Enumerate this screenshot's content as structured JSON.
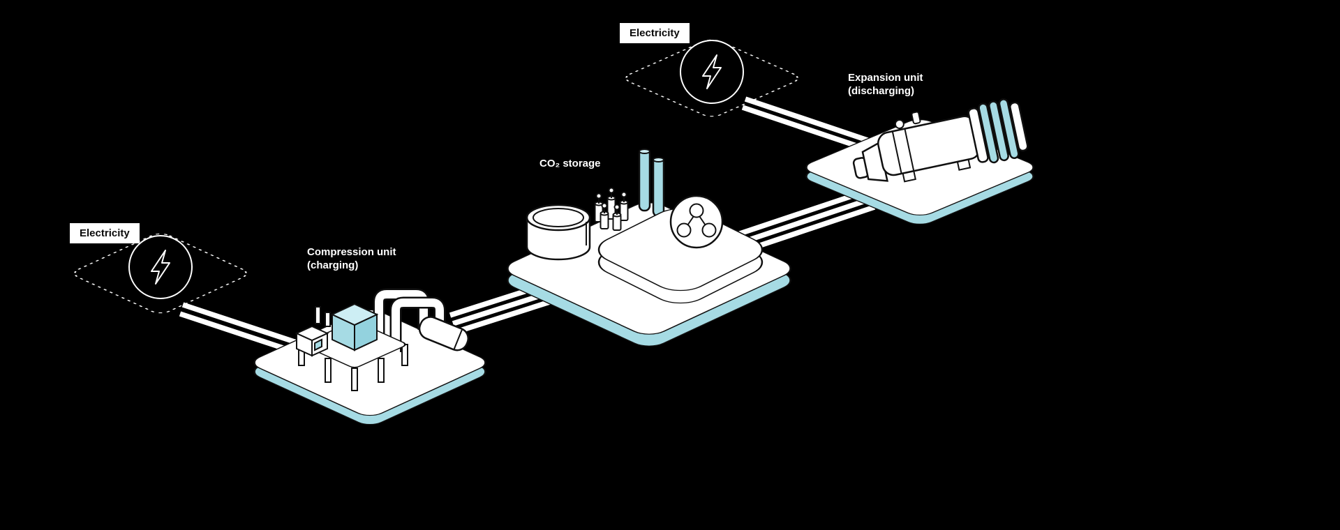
{
  "nodes": [
    {
      "id": "electricity-left",
      "label": "Electricity",
      "icon": "lightning-bolt"
    },
    {
      "id": "compression-unit",
      "label_line1": "Compression unit",
      "label_line2": "(charging)"
    },
    {
      "id": "co2-storage",
      "label": "CO₂ storage",
      "icon": "co2-molecule"
    },
    {
      "id": "electricity-top",
      "label": "Electricity",
      "icon": "lightning-bolt"
    },
    {
      "id": "expansion-unit",
      "label_line1": "Expansion unit",
      "label_line2": "(discharging)"
    }
  ],
  "colors": {
    "background": "#000000",
    "platform_top": "#ffffff",
    "platform_side": "#a6dbe4",
    "accent_teal": "#a6dbe4",
    "outline": "#101010",
    "label_bg": "#ffffff",
    "label_text": "#0a0a0a",
    "caption_text": "#ffffff"
  }
}
